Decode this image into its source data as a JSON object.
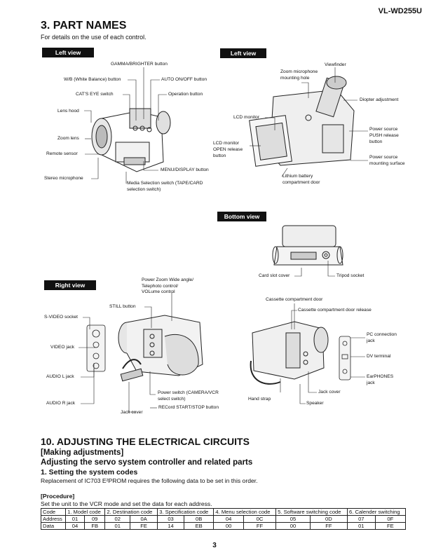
{
  "header": {
    "model": "VL-WD255U"
  },
  "section3": {
    "title": "3. PART NAMES",
    "subtitle": "For details on the use of each control."
  },
  "tags": {
    "left_view_1": "Left view",
    "left_view_2": "Left view",
    "bottom_view": "Bottom view",
    "right_view": "Right view"
  },
  "labels": {
    "gamma": "GAMMA/BRIGHTER button",
    "wb": "W/B (White Balance) button",
    "auto": "AUTO ON/OFF button",
    "cats": "CAT'S EYE switch",
    "operation": "Operation button",
    "lens_hood": "Lens hood",
    "zoom_lens": "Zoom lens",
    "remote": "Remote sensor",
    "stereo_mic": "Stereo microphone",
    "menu_display": "MENU/DISPLAY button",
    "media_sel_1": "Media Selection switch (TAPE/CARD",
    "media_sel_2": "selection switch)",
    "viewfinder": "Viewfinder",
    "zoom_mic_1": "Zoom microphone",
    "zoom_mic_2": "mounting hole",
    "diopter": "Diopter adjustment",
    "lcd_monitor": "LCD monitor",
    "lcd_open_1": "LCD monitor",
    "lcd_open_2": "OPEN release",
    "lcd_open_3": "button",
    "ps_push_1": "Power source",
    "ps_push_2": "PUSH release",
    "ps_push_3": "button",
    "ps_mount_1": "Power source",
    "ps_mount_2": "mounting surface",
    "lithium_1": "Lithium battery",
    "lithium_2": "compartment door",
    "card_slot": "Card slot cover",
    "tripod": "Tripod socket",
    "pzoom_1": "Power Zoom Wide angle/",
    "pzoom_2": "Telephoto control/",
    "pzoom_3": "VOLume control",
    "still": "STILL button",
    "svideo": "S-VIDEO socket",
    "video_jack": "VIDEO jack",
    "audio_l": "AUDIO L jack",
    "audio_r": "AUDIO R jack",
    "power_sw_1": "Power switch (CAMERA/VCR",
    "power_sw_2": "select switch)",
    "record": "RECord START/STOP button",
    "jack_cover_1": "Jack cover",
    "cass_cover": "Cassette compartment door",
    "cass_release": "Cassette compartment door release",
    "pc_1": "PC connection",
    "pc_2": "jack",
    "dv": "DV terminal",
    "earphones_1": "EarPHONES",
    "earphones_2": "jack",
    "hand_strap": "Hand strap",
    "jack_cover_2": "Jack cover",
    "speaker": "Speaker"
  },
  "section10": {
    "title": "10.  ADJUSTING THE ELECTRICAL CIRCUITS",
    "making": "[Making adjustments]",
    "adjusting": "Adjusting the servo system controller and related parts",
    "setting": "1. Setting the system codes",
    "replacement": "Replacement of IC703 E²PROM requires the following data to be set in this order.",
    "procedure": "[Procedure]",
    "instruction": "Set the unit to the VCR mode and set the data for each address."
  },
  "code_table": {
    "headers": [
      "Code",
      "1. Model code",
      "2. Destination code",
      "3. Specification code",
      "4. Menu selection code",
      "5. Software switching code",
      "6.  Calender switching"
    ],
    "address_label": "Address",
    "data_label": "Data",
    "address": [
      "01",
      "09",
      "02",
      "0A",
      "03",
      "0B",
      "04",
      "0C",
      "05",
      "0D",
      "07",
      "0F"
    ],
    "data": [
      "04",
      "FB",
      "01",
      "FE",
      "14",
      "EB",
      "00",
      "FF",
      "00",
      "FF",
      "01",
      "FE"
    ]
  },
  "page": {
    "number": "3"
  }
}
